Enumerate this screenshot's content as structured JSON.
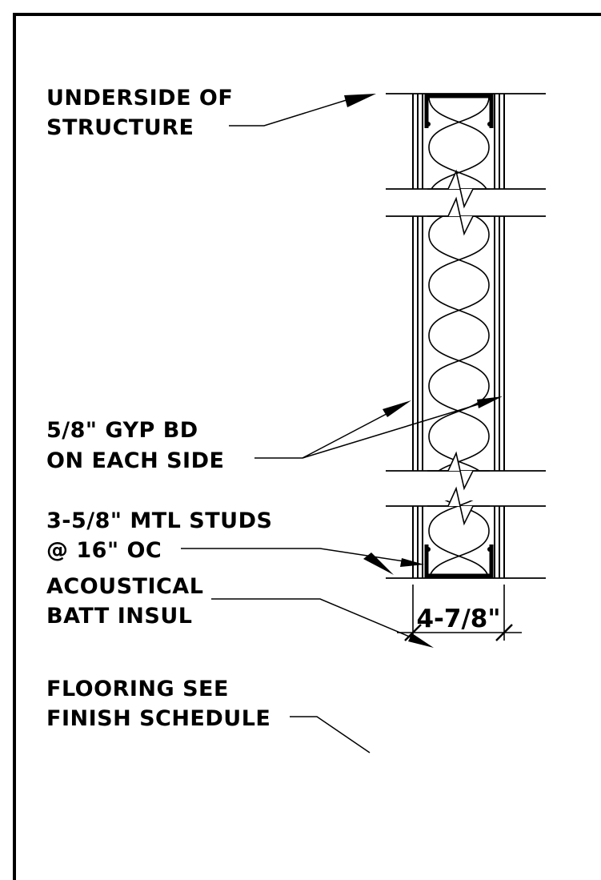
{
  "labels": {
    "structure": [
      "UNDERSIDE OF",
      "STRUCTURE"
    ],
    "gyp": [
      "5/8\" GYP BD",
      "ON EACH SIDE"
    ],
    "studs": [
      "3-5/8\" MTL STUDS",
      "@ 16\" OC"
    ],
    "batt": [
      "ACOUSTICAL",
      "BATT INSUL"
    ],
    "flooring": [
      "FLOORING SEE",
      "FINISH SCHEDULE"
    ]
  },
  "dimension": "4-7/8\""
}
